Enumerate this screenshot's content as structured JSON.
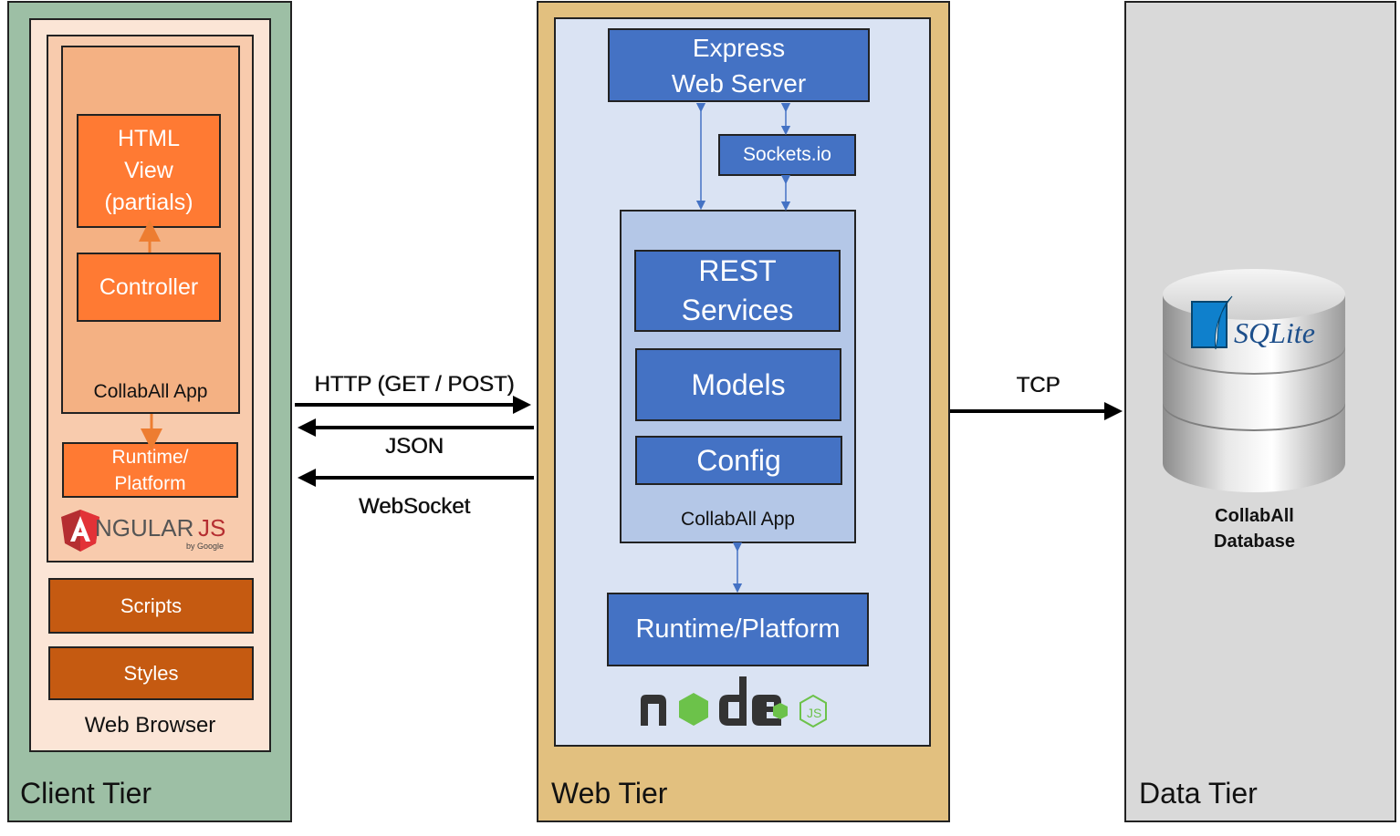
{
  "client_tier": {
    "title": "Client Tier",
    "browser_label": "Web Browser",
    "app_label": "CollabAll App",
    "html_view_line1": "HTML",
    "html_view_line2": "View",
    "html_view_line3": "(partials)",
    "controller": "Controller",
    "runtime_line1": "Runtime/",
    "runtime_line2": "Platform",
    "framework_logo_main": "NGULAR",
    "framework_logo_suffix": "JS",
    "framework_logo_by": "by Google",
    "scripts": "Scripts",
    "styles": "Styles"
  },
  "web_tier": {
    "title": "Web Tier",
    "express_line1": "Express",
    "express_line2": "Web Server",
    "sockets": "Sockets.io",
    "rest_line1": "REST",
    "rest_line2": "Services",
    "models": "Models",
    "config": "Config",
    "app_label": "CollabAll App",
    "runtime": "Runtime/Platform",
    "node_logo": "node",
    "node_logo_js": "JS"
  },
  "data_tier": {
    "title": "Data Tier",
    "db_logo": "SQLite",
    "db_line1": "CollabAll",
    "db_line2": "Database"
  },
  "connections": {
    "http": "HTTP (GET / POST)",
    "json": "JSON",
    "websocket": "WebSocket",
    "tcp": "TCP"
  },
  "colors": {
    "client_bg": "#9dbfa5",
    "web_bg": "#e2c07f",
    "data_bg": "#d9d9d9",
    "orange": "#ff7a33",
    "brown": "#c55a11",
    "blue": "#4472c4",
    "node_green": "#6cc24a"
  }
}
